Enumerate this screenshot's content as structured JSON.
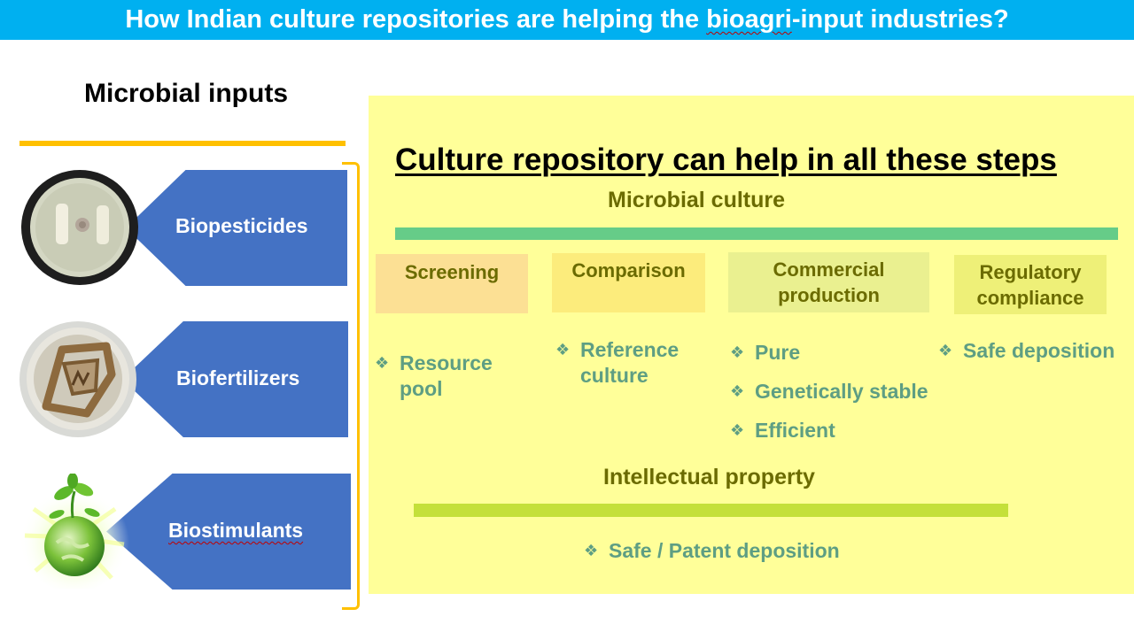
{
  "title": {
    "before": "How Indian culture repositories are helping the ",
    "flagged_word": "bioagri",
    "after": "-input industries?"
  },
  "left": {
    "heading": "Microbial inputs",
    "items": [
      {
        "label": "Biopesticides",
        "image": "petri-dish-fungal-colonies"
      },
      {
        "label": "Biofertilizers",
        "image": "petri-dish-bacterial-growth"
      },
      {
        "label": "Biostimulants",
        "image": "globe-with-seedlings",
        "flagged": true
      }
    ]
  },
  "right": {
    "heading": "Culture repository can help in all these steps",
    "microbial_culture": "Microbial culture",
    "steps": [
      {
        "label": "Screening",
        "color": "#fce094",
        "bullets": [
          "Resource pool"
        ]
      },
      {
        "label": "Comparison",
        "color": "#fcec7c",
        "bullets": [
          "Reference culture"
        ]
      },
      {
        "label": "Commercial production",
        "color": "#eaf090",
        "bullets": [
          "Pure",
          "Genetically stable",
          "Efficient"
        ]
      },
      {
        "label": "Regulatory compliance",
        "color": "#eef078",
        "bullets": [
          "Safe deposition"
        ]
      }
    ],
    "intellectual_property": "Intellectual property",
    "ip_bullet": "Safe / Patent deposition"
  },
  "colors": {
    "title_bar": "#00b0f0",
    "chevron": "#4472c4",
    "accent_orange": "#ffc000",
    "panel": "#ffff99",
    "rule_green": "#66cc88",
    "rule_lime": "#c4e03a",
    "olive_text": "#6b6b00",
    "teal_text": "#5e9e83"
  },
  "bullet_glyph": "❖"
}
